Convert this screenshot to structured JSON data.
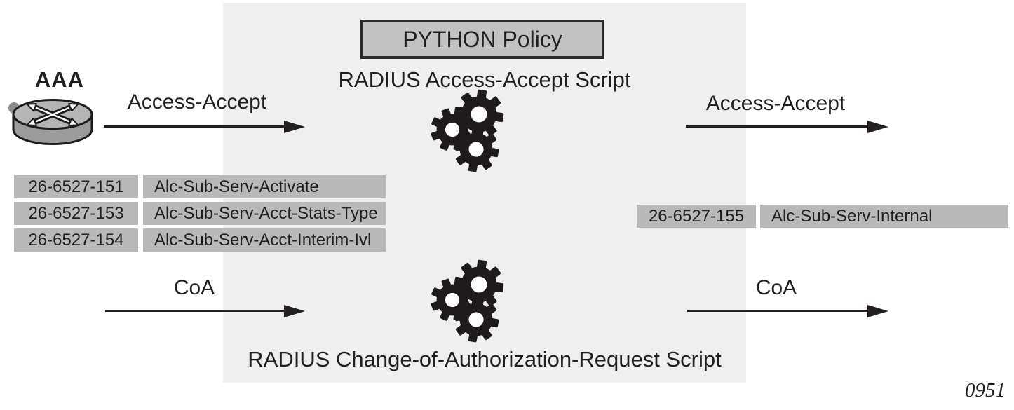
{
  "figure": {
    "number": "0951"
  },
  "aaa_server": {
    "label": "AAA"
  },
  "policy": {
    "title": "PYTHON Policy"
  },
  "top_flow": {
    "script_label": "RADIUS Access-Accept Script",
    "left_arrow_label": "Access-Accept",
    "right_arrow_label": "Access-Accept"
  },
  "bottom_flow": {
    "script_label": "RADIUS Change-of-Authorization-Request Script",
    "left_arrow_label": "CoA",
    "right_arrow_label": "CoA"
  },
  "attributes": {
    "left": [
      {
        "code": "26-6527-151",
        "name": "Alc-Sub-Serv-Activate"
      },
      {
        "code": "26-6527-153",
        "name": "Alc-Sub-Serv-Acct-Stats-Type"
      },
      {
        "code": "26-6527-154",
        "name": "Alc-Sub-Serv-Acct-Interim-Ivl"
      }
    ],
    "right": [
      {
        "code": "26-6527-155",
        "name": "Alc-Sub-Serv-Internal"
      }
    ]
  },
  "icons": {
    "aaa_server": "router-disk-icon",
    "policy_engine": "gears-icon",
    "status_dot": "led-dot-icon"
  },
  "colors": {
    "panel_bg": "#efefef",
    "title_box_fill": "#c2c2c2",
    "title_box_border": "#2a2a2a",
    "attribute_fill": "#b9b9b9",
    "ink": "#231f20"
  }
}
